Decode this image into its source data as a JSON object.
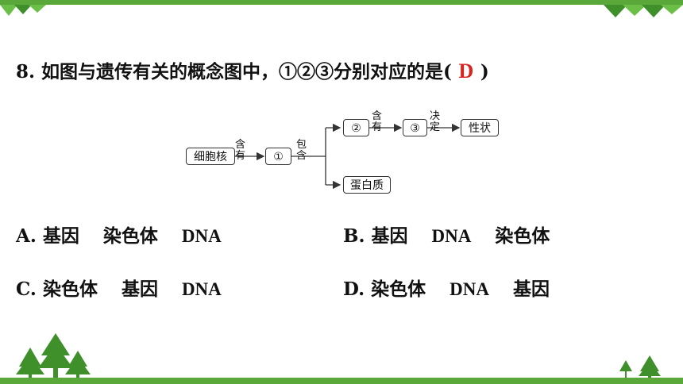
{
  "question": {
    "number": "8.",
    "stem": "如图与遗传有关的概念图中，①②③分别对应的是(",
    "close": ")",
    "answer": "D",
    "answer_color": "#d8231f"
  },
  "diagram": {
    "nodes": {
      "nucleus": "细胞核",
      "n1": "①",
      "n2": "②",
      "n3": "③",
      "trait": "性状",
      "protein": "蛋白质"
    },
    "edges": {
      "nucleus_to_n1": "含有",
      "n1_to_branch": "包含",
      "n2_to_n3": "含有",
      "n3_to_trait": "决定"
    }
  },
  "options": [
    {
      "letter": "A.",
      "terms": [
        "基因",
        "染色体",
        "DNA"
      ]
    },
    {
      "letter": "B.",
      "terms": [
        "基因",
        "DNA",
        "染色体"
      ]
    },
    {
      "letter": "C.",
      "terms": [
        "染色体",
        "基因",
        "DNA"
      ]
    },
    {
      "letter": "D.",
      "terms": [
        "染色体",
        "DNA",
        "基因"
      ]
    }
  ],
  "theme": {
    "accent": "#5aa83a",
    "tree_dark": "#3f8f2a",
    "tree_light": "#6bbf47"
  }
}
